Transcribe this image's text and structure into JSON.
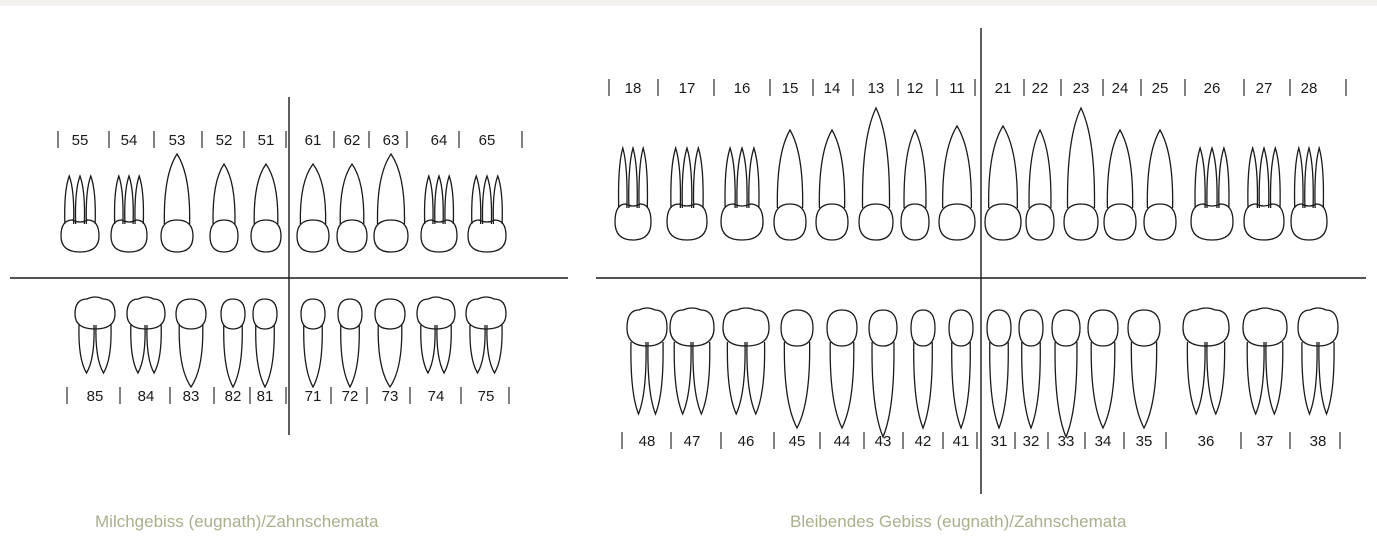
{
  "diagrams": [
    {
      "id": "primary",
      "caption": "Milchgebiss (eugnath)/Zahnschemata",
      "upper_right": [
        "55",
        "54",
        "53",
        "52",
        "51"
      ],
      "upper_left": [
        "61",
        "62",
        "63",
        "64",
        "65"
      ],
      "lower_right": [
        "85",
        "84",
        "83",
        "82",
        "81"
      ],
      "lower_left": [
        "71",
        "72",
        "73",
        "74",
        "75"
      ]
    },
    {
      "id": "permanent",
      "caption": "Bleibendes Gebiss (eugnath)/Zahnschemata",
      "upper_right": [
        "18",
        "17",
        "16",
        "15",
        "14",
        "13",
        "12",
        "11"
      ],
      "upper_left": [
        "21",
        "22",
        "23",
        "24",
        "25",
        "26",
        "27",
        "28"
      ],
      "lower_right": [
        "48",
        "47",
        "46",
        "45",
        "44",
        "43",
        "42",
        "41"
      ],
      "lower_left": [
        "31",
        "32",
        "33",
        "34",
        "35",
        "36",
        "37",
        "38"
      ]
    }
  ],
  "colors": {
    "line": "#1a1a1a",
    "caption": "#a8b08c",
    "page": "#ffffff",
    "topbar": "#f3f2ee"
  }
}
